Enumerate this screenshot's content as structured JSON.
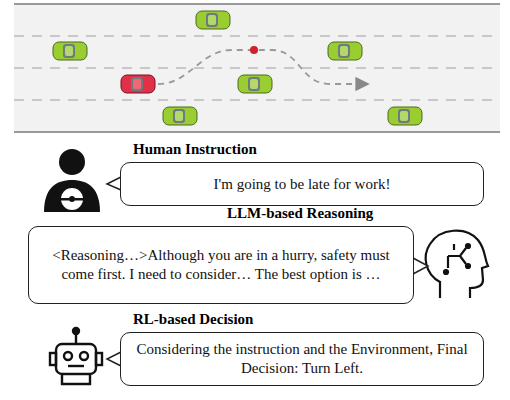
{
  "diagram": {
    "nodes": [
      {
        "text": [
          "Human Instruction",
          "I'm going to be late for work!"
        ]
      },
      {
        "text": [
          "LLM-based Reasoning",
          "<Reasoning…>Although you are in a hurry, safety must come first. I need to consider… The best option is …"
        ]
      },
      {
        "text": [
          "RL-based Decision",
          "Considering the instruction and the Environment, Final Decision: Turn Left."
        ]
      }
    ]
  }
}
